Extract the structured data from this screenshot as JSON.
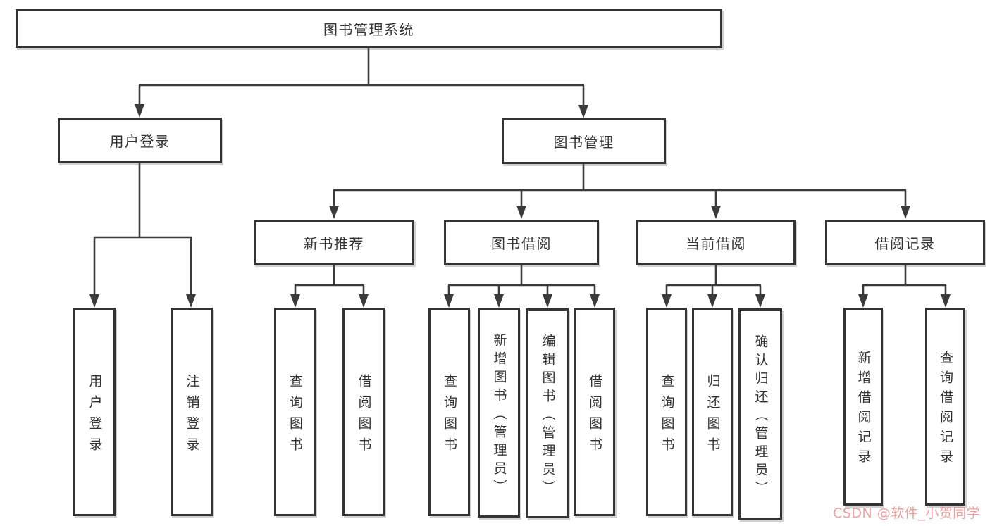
{
  "diagram": {
    "title_node": {
      "label": "图书管理系统"
    },
    "level2": {
      "user_login": {
        "label": "用户登录"
      },
      "book_management": {
        "label": "图书管理"
      }
    },
    "level3": {
      "new_book_recommend": {
        "label": "新书推荐"
      },
      "book_borrow": {
        "label": "图书借阅"
      },
      "current_borrow": {
        "label": "当前借阅"
      },
      "borrow_records": {
        "label": "借阅记录"
      }
    },
    "leaves": {
      "user_login": {
        "label": "用户登录"
      },
      "logout": {
        "label": "注销登录"
      },
      "rec_query_books": {
        "label": "查询图书"
      },
      "rec_borrow_books": {
        "label": "借阅图书"
      },
      "bb_query_books": {
        "label": "查询图书"
      },
      "bb_add_books_admin": {
        "label": "新增图书（管理员）"
      },
      "bb_edit_books_admin": {
        "label": "编辑图书（管理员）"
      },
      "bb_borrow_books": {
        "label": "借阅图书"
      },
      "cb_query_books": {
        "label": "查询图书"
      },
      "cb_return_books": {
        "label": "归还图书"
      },
      "cb_confirm_return_admin": {
        "label": "确认归还（管理员）"
      },
      "br_add_record": {
        "label": "新增借阅记录"
      },
      "br_query_record": {
        "label": "查询借阅记录"
      }
    }
  },
  "watermark": {
    "text": "CSDN @软件_小贺同学",
    "color": "#ee8f8f"
  },
  "colors": {
    "background": "#ffffff",
    "line": "#3b3b3b",
    "box_border": "#333333",
    "text": "#333333"
  }
}
